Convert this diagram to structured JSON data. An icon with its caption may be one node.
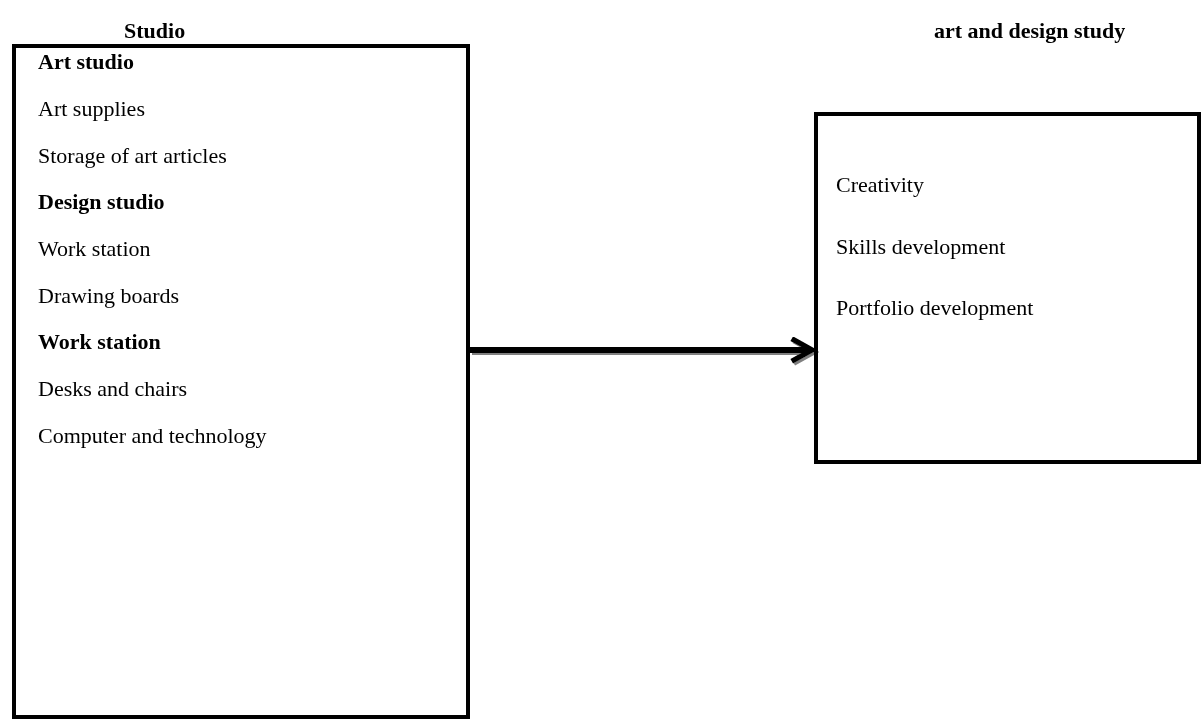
{
  "diagram": {
    "nodes": [
      {
        "text": [
          "Studio",
          "Art studio",
          "Art supplies",
          "Storage of art articles",
          "Design studio",
          "Work station",
          "Drawing boards",
          "Work station",
          "Desks and chairs",
          "Computer and technology"
        ]
      },
      {
        "text": [
          "art and design study",
          "Creativity",
          "Skills development",
          "Portfolio development"
        ]
      }
    ],
    "edges": [
      {
        "from": 0,
        "to": 1,
        "arrow": "to"
      }
    ]
  }
}
